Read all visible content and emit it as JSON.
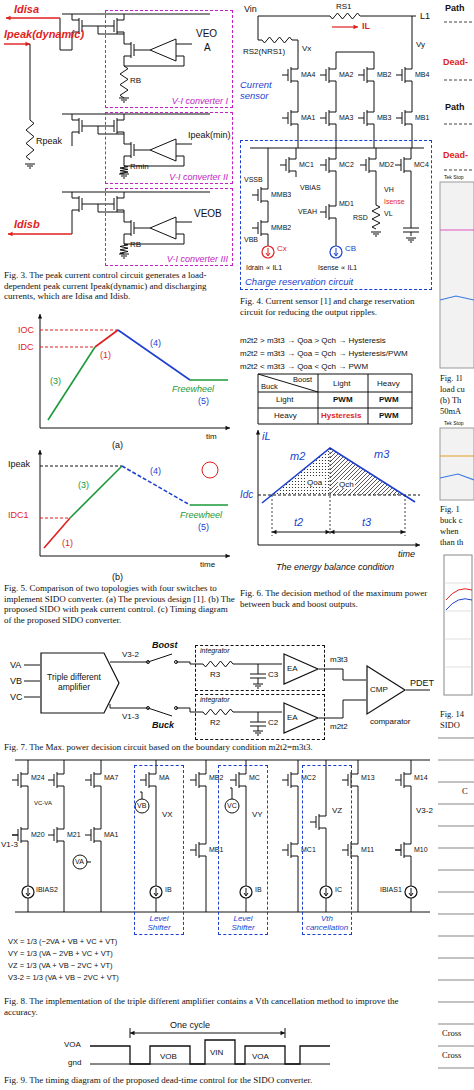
{
  "diagram": {
    "nodes": [
      {
        "text": [
          "V-I converter I"
        ]
      },
      {
        "text": [
          "V-I converter II"
        ]
      },
      {
        "text": [
          "V-I converter III"
        ]
      },
      {
        "text": [
          "Charge reservation circuit"
        ]
      },
      {
        "text": [
          "Triple different amplifier"
        ]
      },
      {
        "text": [
          "integrator"
        ]
      },
      {
        "text": [
          "EA"
        ],
        "in": 5
      },
      {
        "text": [
          "integrator"
        ]
      },
      {
        "text": [
          "EA"
        ],
        "in": 7
      },
      {
        "text": [
          "CMP",
          "comparator"
        ]
      },
      {
        "text": [
          "Level Shifter"
        ]
      },
      {
        "text": [
          "Level Shifter"
        ]
      },
      {
        "text": [
          "Vth cancellation"
        ]
      }
    ],
    "edges": [
      {
        "from": 6,
        "to": 9,
        "arrow": "none"
      },
      {
        "from": 8,
        "to": 9,
        "arrow": "none"
      }
    ],
    "labels": [
      "Idisa",
      "Ipeak(dynamic)",
      "VEO",
      "A",
      "RB",
      "Rpeak",
      "Ipeak(min)",
      "Rmin",
      "Idisb",
      "VEOB",
      "RB",
      "Fig. 3. The peak current control circuit generates a load-dependent peak current Ipeak(dynamic) and discharging currents, which are Idisa and Idisb.",
      "IOC",
      "IDC",
      "(1)",
      "(4)",
      "(3)",
      "Freewheel",
      "(5)",
      "tim",
      "(a)",
      "Ipeak",
      "(3)",
      "(4)",
      "Freewheel",
      "(5)",
      "IDC1",
      "(1)",
      "time",
      "(b)",
      "Fig. 5. Comparison of two topologies with four switches to implement SIDO converter. (a) The previous design [1]. (b) The proposed SIDO with peak current control. (c) Timing diagram of the proposed SIDO converter.",
      "Vin",
      "RS1",
      "L1",
      "IL",
      "RS2(NRS1)",
      "Vx",
      "Vy",
      "Current sensor",
      "MA4",
      "MA2",
      "MB2",
      "MB4",
      "MA1",
      "MA3",
      "MB3",
      "MB1",
      "MC1",
      "MC2",
      "MD2",
      "MC4",
      "VSSB",
      "MMB3",
      "VBIAS",
      "MMB2",
      "VBB",
      "VEAH",
      "VH",
      "Isense",
      "Cx",
      "CB",
      "RSD",
      "VL",
      "Idrain ∝ IL1",
      "Isense ∝ IL1",
      "MD1",
      "Fig. 4. Current sensor [1] and charge reservation circuit for reducing the output ripples.",
      "m2t2 > m3t3 → Qoa > Qch → Hysteresis",
      "m2t2 = m3t3 → Qoa = Qch → Hysteresis/PWM",
      "m2t2 < m3t3 → Qoa < Qch → PWM",
      "Buck",
      "Boost",
      "Light",
      "Heavy",
      "Light",
      "PWM",
      "PWM",
      "Heavy",
      "Hysteresis",
      "PWM",
      "iL",
      "m2",
      "m3",
      "Qoa",
      "Qch",
      "Idc",
      "t2",
      "t3",
      "time",
      "The energy balance condition",
      "Fig. 6. The decision method of the maximum power between buck and boost outputs.",
      "VA",
      "VB",
      "VC",
      "V3-2",
      "V1-3",
      "Boost",
      "Buck",
      "R3",
      "C3",
      "R2",
      "C2",
      "m3t3",
      "m2t2",
      "PDET",
      "Fig. 7. The Max. power decision circuit based on the boundary condition m2t2=m3t3.",
      "M24",
      "MA7",
      "MA",
      "MB2",
      "MC",
      "MC2",
      "M13",
      "M14",
      "V1-3",
      "VC-VA",
      "M20",
      "M21",
      "MA1",
      "MB1",
      "MC1",
      "M11",
      "M10",
      "VX",
      "VY",
      "VZ",
      "V3-2",
      "VA",
      "VB",
      "VC",
      "IBIAS2",
      "IB",
      "IB",
      "IC",
      "IBIAS1",
      "VX = 1/3 (−2VA + VB + VC + VT)",
      "VY = 1/3 (VA − 2VB + VC + VT)",
      "VZ = 1/3 (VA + VB − 2VC + VT)",
      "V3-2 = 1/3 (VA + VB − 2VC + VT)",
      "Fig. 8. The implementation of the triple different amplifier contains a Vth cancellation method to improve the accuracy.",
      "One cycle",
      "VOA",
      "gnd",
      "VOB",
      "VIN",
      "VOA",
      "Fig. 9. The timing diagram of the proposed dead-time control for the SIDO converter.",
      "Path",
      "Dead-",
      "Path",
      "Dead-",
      "Tek Stop",
      "Fig. 1l",
      "load cu",
      "(b) Th",
      "50mA",
      "Tek Stop",
      "Fig. 1",
      "buck c",
      "when",
      "than th",
      "Fig. 14",
      "SIDO",
      "C",
      "Cross",
      "Cross"
    ]
  }
}
